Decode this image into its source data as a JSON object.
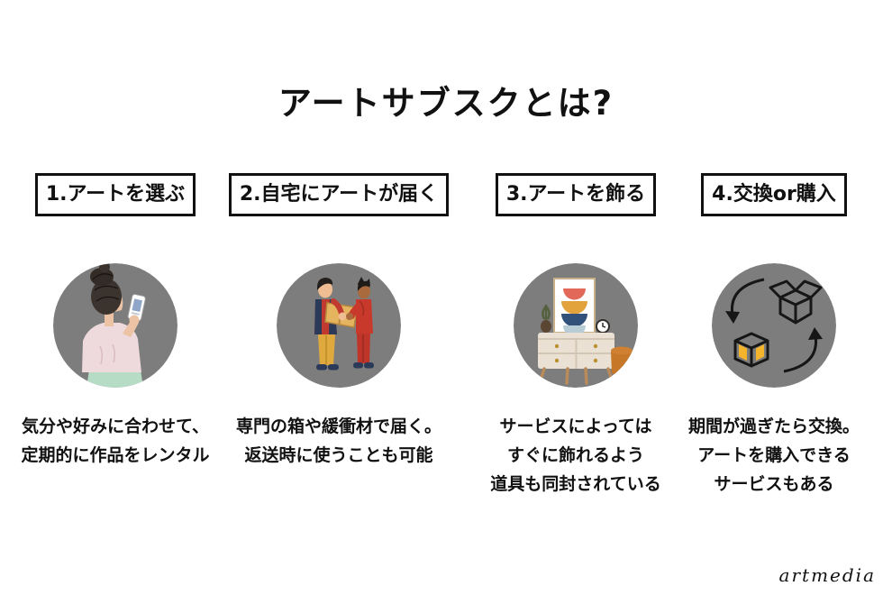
{
  "page": {
    "title": "アートサブスクとは?",
    "watermark": "artmedia",
    "colors": {
      "background": "#ffffff",
      "text": "#111111",
      "circle": "#7d7d7d",
      "box_border": "#111111",
      "accent_yellow": "#f0b32c",
      "accent_red": "#c8392b",
      "accent_pink": "#eed9dd",
      "accent_mint": "#b6dcc6"
    }
  },
  "steps": [
    {
      "label": "1.アートを選ぶ",
      "icon": "woman-browsing-art-on-phone-illustration",
      "description": "気分や好みに合わせて、\n定期的に作品をレンタル"
    },
    {
      "label": "2.自宅にアートが届く",
      "icon": "courier-handing-box-illustration",
      "description": "専門の箱や緩衝材で届く。\n返送時に使うことも可能"
    },
    {
      "label": "3.アートを飾る",
      "icon": "dresser-with-framed-art-illustration",
      "description": "サービスによっては\nすぐに飾れるよう\n道具も同封されている"
    },
    {
      "label": "4.交換or購入",
      "icon": "exchange-boxes-cycle-icon",
      "description": "期間が過ぎたら交換。\nアートを購入できる\nサービスもある"
    }
  ]
}
